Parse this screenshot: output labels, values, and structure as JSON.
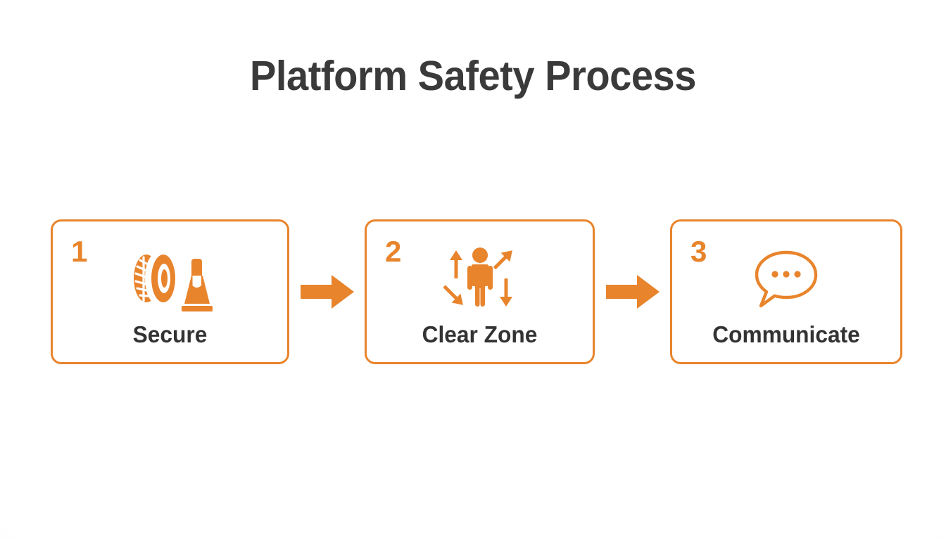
{
  "page": {
    "title": "Platform Safety Process",
    "background_color": "#ffffff",
    "accent_color": "#E8842C",
    "text_color": "#3a3a3a"
  },
  "flow": {
    "steps": [
      {
        "number": "1",
        "label": "Secure",
        "icon": "tire-and-wheel-chock-icon"
      },
      {
        "number": "2",
        "label": "Clear Zone",
        "icon": "person-with-directional-arrows-icon"
      },
      {
        "number": "3",
        "label": "Communicate",
        "icon": "speech-bubble-with-dots-icon"
      }
    ],
    "connectors": [
      {
        "icon": "arrow-right-icon"
      },
      {
        "icon": "arrow-right-icon"
      }
    ]
  }
}
